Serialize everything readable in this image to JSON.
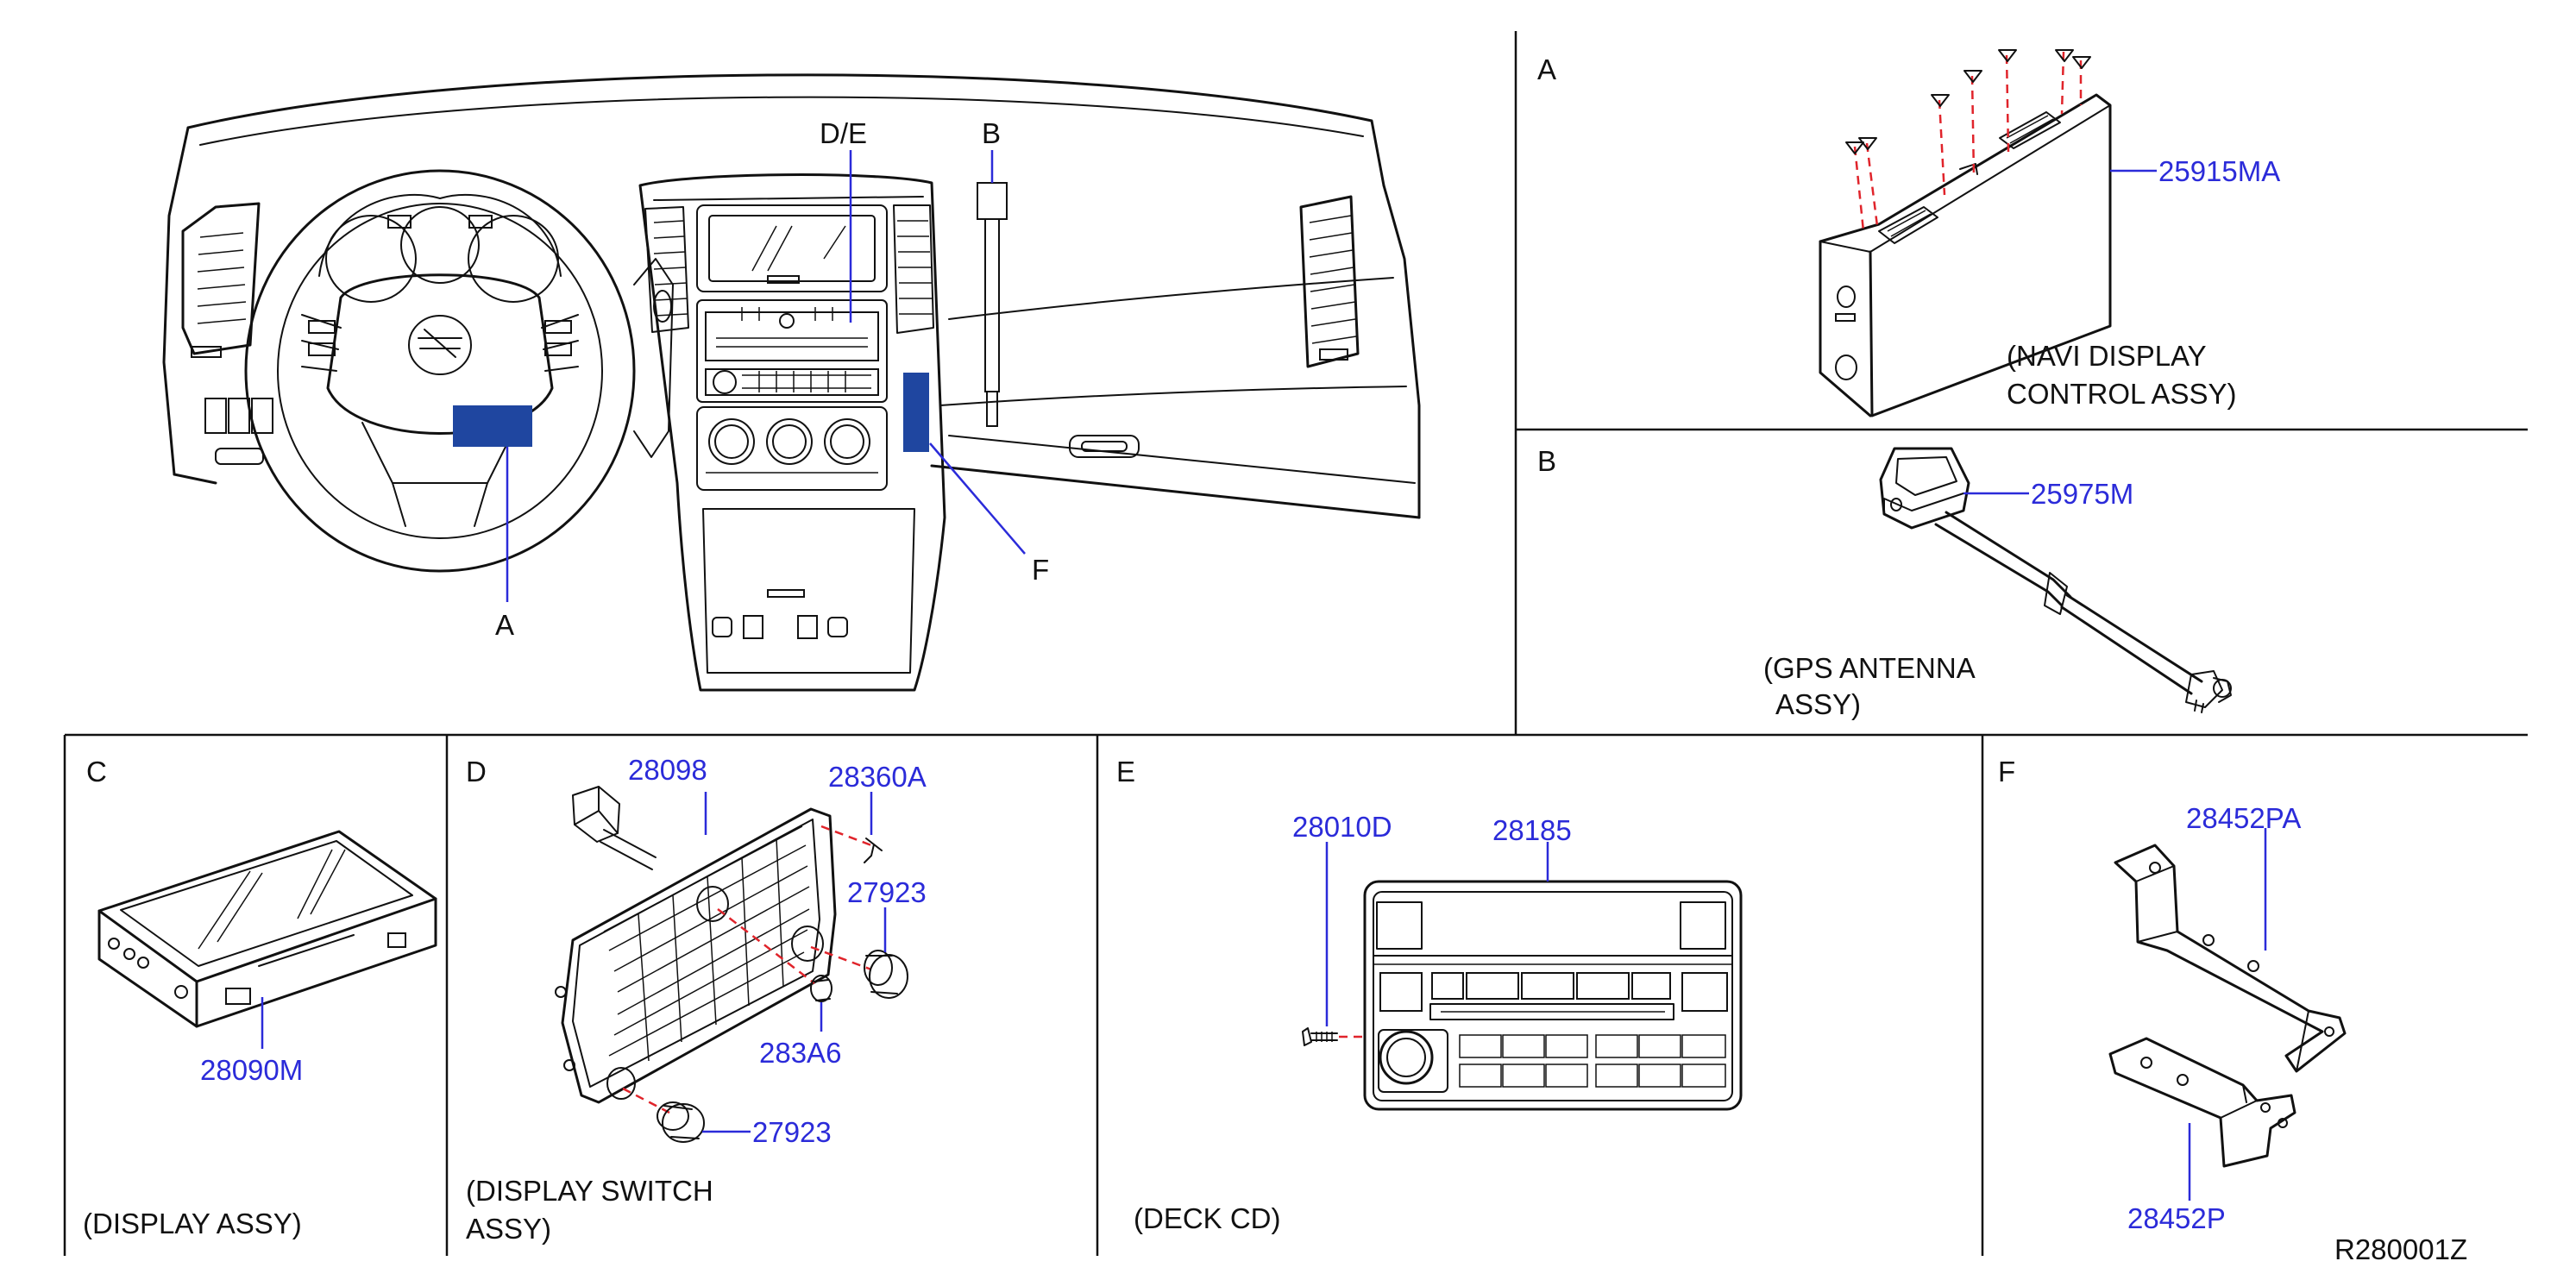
{
  "overview": {
    "callouts": {
      "a": "A",
      "b": "B",
      "de": "D/E",
      "f": "F"
    }
  },
  "sections": {
    "a": {
      "letter": "A",
      "part_number": "25915MA",
      "caption_line1": "(NAVI  DISPLAY",
      "caption_line2": "CONTROL  ASSY)"
    },
    "b": {
      "letter": "B",
      "part_number": "25975M",
      "caption_line1": "(GPS  ANTENNA",
      "caption_line2": "ASSY)"
    },
    "c": {
      "letter": "C",
      "part_number": "28090M",
      "caption": "(DISPLAY  ASSY)"
    },
    "d": {
      "letter": "D",
      "part_numbers": {
        "finisher": "28098",
        "screw": "28360A",
        "knob_upper": "27923",
        "knob_small": "283A6",
        "knob_lower": "27923"
      },
      "caption_line1": "(DISPLAY  SWITCH",
      "caption_line2": "ASSY)"
    },
    "e": {
      "letter": "E",
      "part_numbers": {
        "screw": "28010D",
        "deck": "28185"
      },
      "caption": "(DECK  CD)"
    },
    "f": {
      "letter": "F",
      "part_numbers": {
        "upper_bracket": "28452PA",
        "lower_bracket": "28452P"
      }
    }
  },
  "reference_code": "R280001Z",
  "colors": {
    "part_number_text": "#2b2bd9",
    "highlight_fill": "#1f46a0",
    "install_dash": "#e0242b",
    "line_art": "#111111"
  }
}
